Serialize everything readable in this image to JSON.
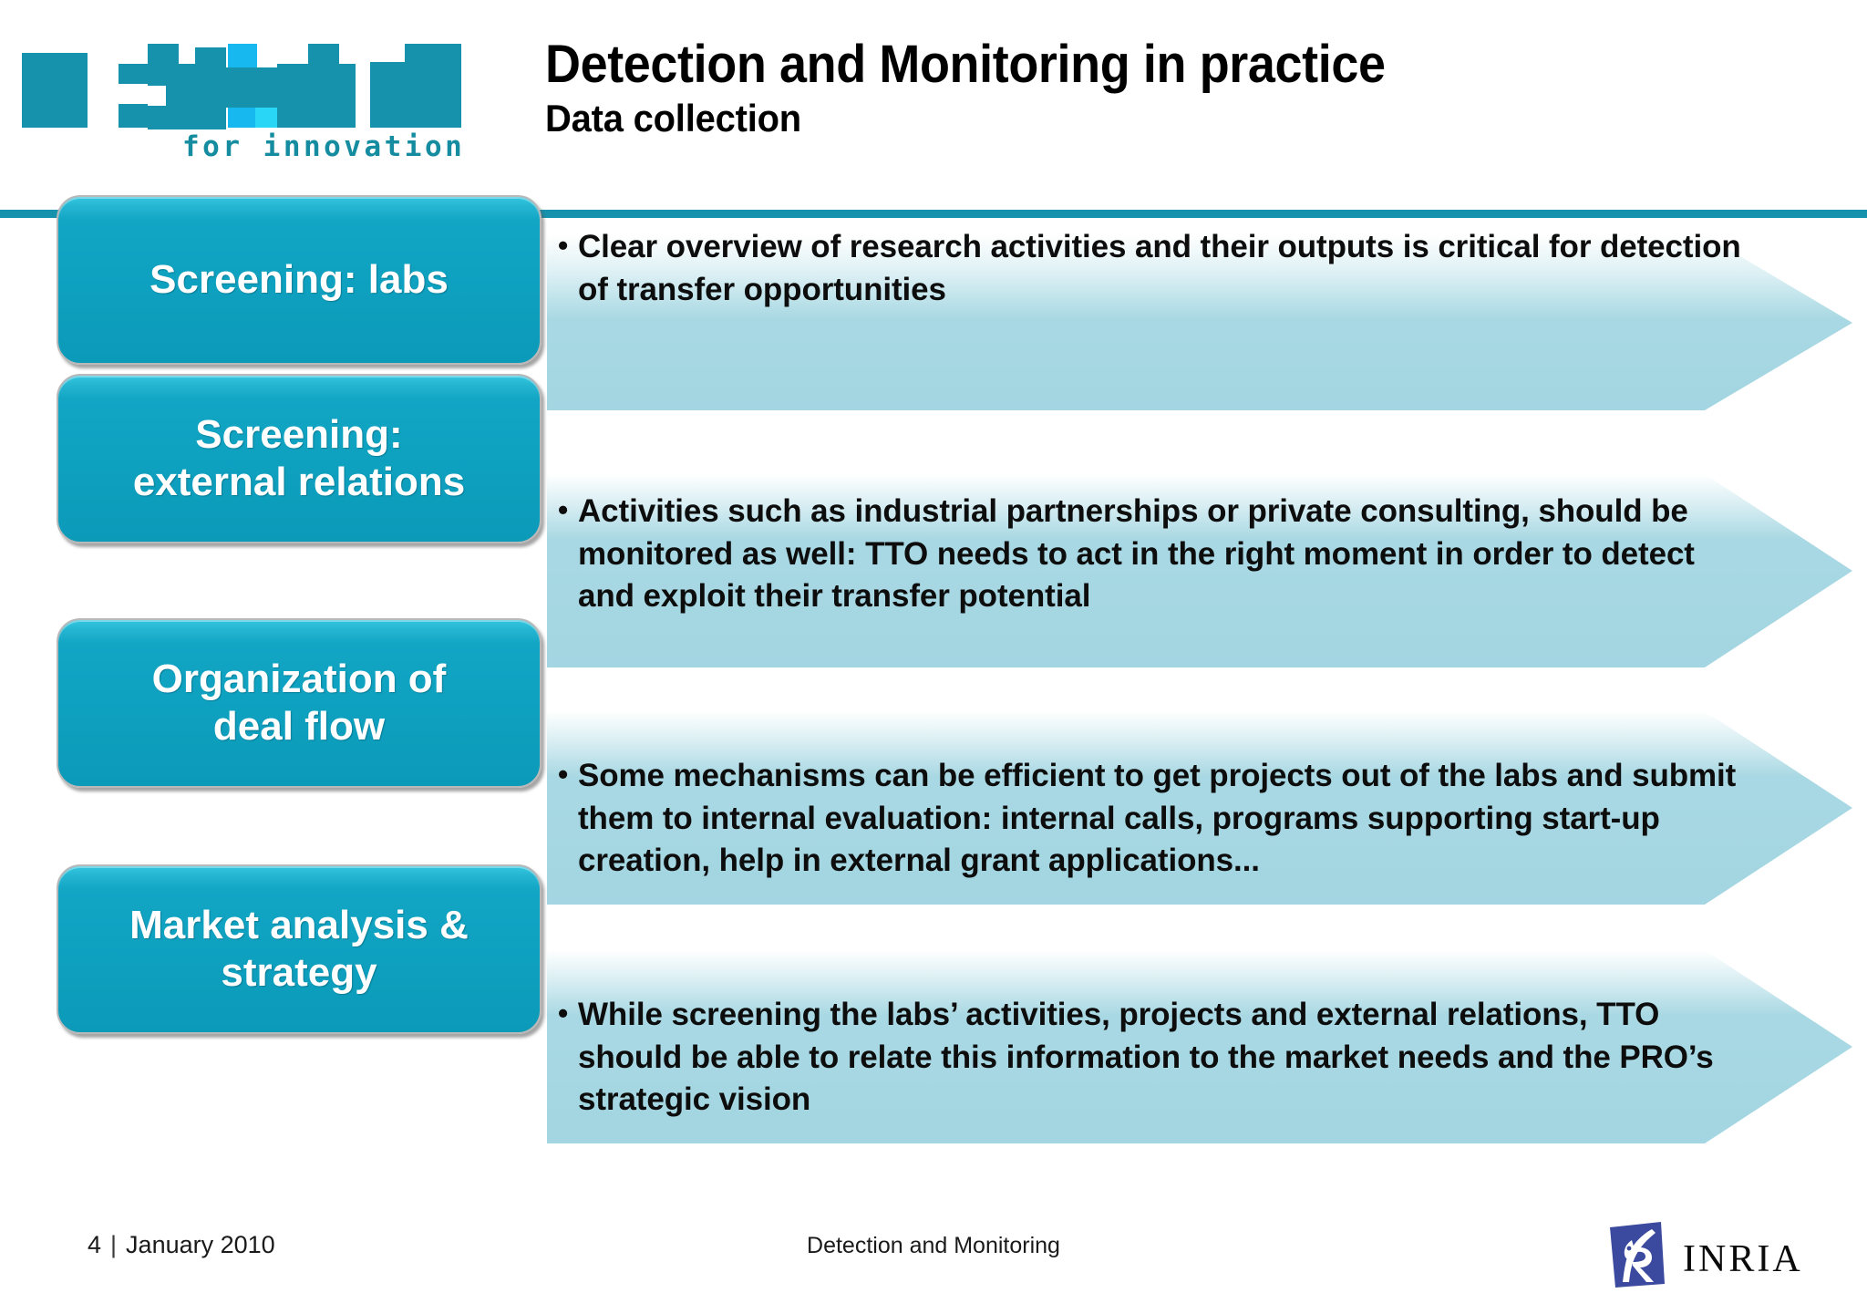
{
  "header": {
    "logo": {
      "name": "for-innovation-logo",
      "tagline": "for innovation",
      "colors": {
        "primary": "#1792ac",
        "accent_bright": "#17b8f0",
        "accent_light": "#2ad6f5"
      }
    },
    "title": "Detection and Monitoring in practice",
    "subtitle": "Data collection",
    "rule_color": "#1792ac"
  },
  "rows": [
    {
      "label": "Screening: labs",
      "bullet_marker": "•",
      "bullet": "Clear overview of research activities and their outputs is critical for detection of transfer opportunities"
    },
    {
      "label": "Screening:\nexternal relations",
      "label_line1": "Screening:",
      "label_line2": "external relations",
      "bullet_marker": "•",
      "bullet": "Activities such as industrial partnerships or private consulting, should be monitored as well: TTO needs to act in the right moment in order to detect and exploit their transfer potential"
    },
    {
      "label": "Organization of\ndeal flow",
      "label_line1": "Organization of",
      "label_line2": "deal flow",
      "bullet_marker": "•",
      "bullet": "Some mechanisms can be efficient to get projects out of the labs and submit them to internal evaluation: internal calls, programs supporting start-up creation, help in external grant applications..."
    },
    {
      "label": "Market analysis &\nstrategy",
      "label_line1": "Market analysis &",
      "label_line2": "strategy",
      "bullet_marker": "•",
      "bullet": "While screening the labs’ activities, projects and external relations, TTO should be able to relate this information to the market needs and the PRO’s strategic vision"
    }
  ],
  "theme": {
    "box_teal": "#0ea0bf",
    "box_highlight": "#35c6e0",
    "arrow_fill": "#a8d8e3",
    "arrow_fill_top": "#ffffff"
  },
  "footer": {
    "page_number": "4",
    "separator": "|",
    "date": "January 2010",
    "center_text": "Detection and Monitoring",
    "brand": "INRIA"
  }
}
